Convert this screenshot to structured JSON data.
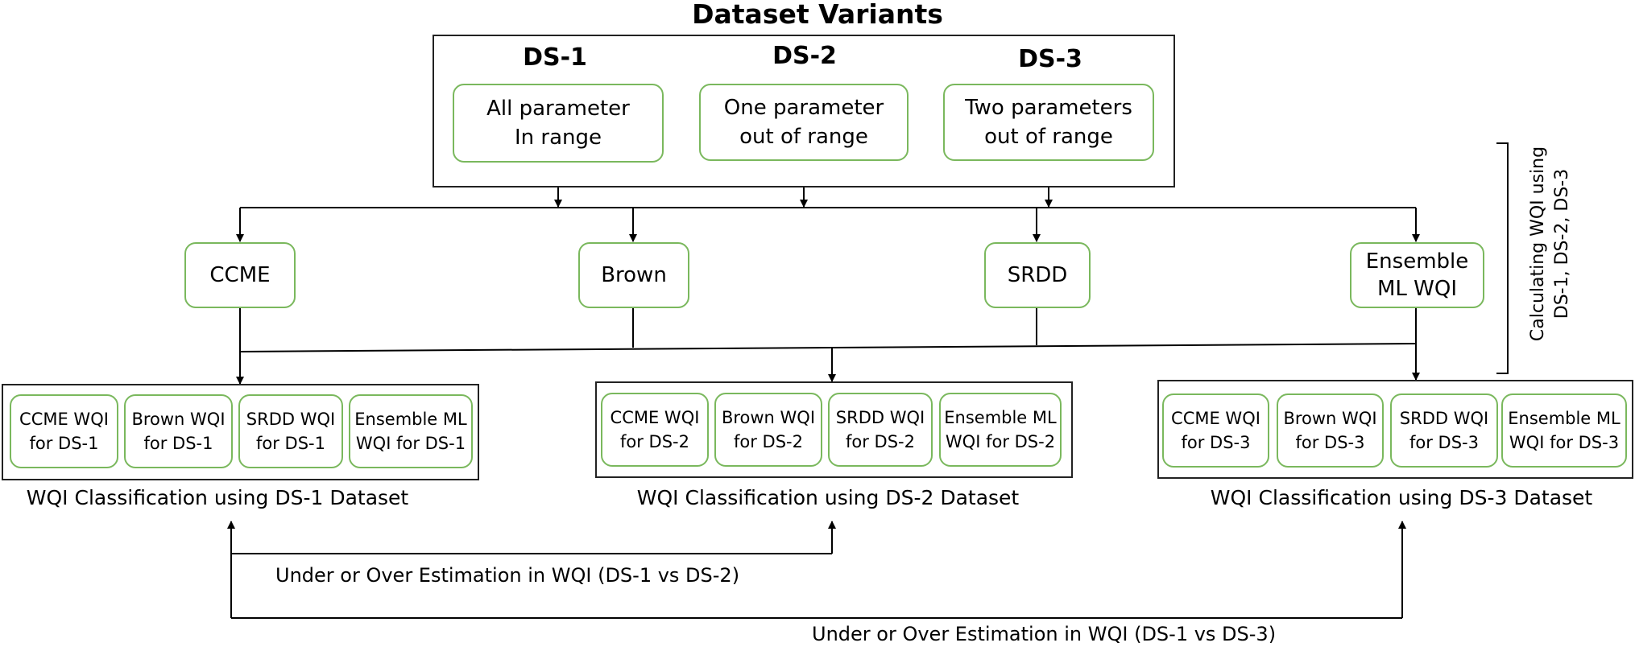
{
  "title": "Dataset Variants",
  "accent_color": "#7ab85d",
  "line_color": "#000000",
  "variants": [
    {
      "heading": "DS-1",
      "line1": "All parameter",
      "line2": "In range"
    },
    {
      "heading": "DS-2",
      "line1": "One parameter",
      "line2": "out of range"
    },
    {
      "heading": "DS-3",
      "line1": "Two parameters",
      "line2": "out of range"
    }
  ],
  "methods": [
    {
      "line1": "CCME",
      "line2": ""
    },
    {
      "line1": "Brown",
      "line2": ""
    },
    {
      "line1": "SRDD",
      "line2": ""
    },
    {
      "line1": "Ensemble",
      "line2": "ML WQI"
    }
  ],
  "side_label": {
    "line1": "Calculating WQI using",
    "line2": "DS-1, DS-2, DS-3"
  },
  "groups": [
    {
      "caption": "WQI Classification using DS-1 Dataset",
      "items": [
        {
          "line1": "CCME WQI",
          "line2": "for DS-1"
        },
        {
          "line1": "Brown WQI",
          "line2": "for DS-1"
        },
        {
          "line1": "SRDD WQI",
          "line2": "for DS-1"
        },
        {
          "line1": "Ensemble ML",
          "line2": "WQI for DS-1"
        }
      ]
    },
    {
      "caption": "WQI Classification using DS-2 Dataset",
      "items": [
        {
          "line1": "CCME WQI",
          "line2": "for DS-2"
        },
        {
          "line1": "Brown WQI",
          "line2": "for DS-2"
        },
        {
          "line1": "SRDD WQI",
          "line2": "for DS-2"
        },
        {
          "line1": "Ensemble ML",
          "line2": "WQI for DS-2"
        }
      ]
    },
    {
      "caption": "WQI Classification using DS-3 Dataset",
      "items": [
        {
          "line1": "CCME WQI",
          "line2": "for DS-3"
        },
        {
          "line1": "Brown WQI",
          "line2": "for DS-3"
        },
        {
          "line1": "SRDD WQI",
          "line2": "for DS-3"
        },
        {
          "line1": "Ensemble ML",
          "line2": "WQI for DS-3"
        }
      ]
    }
  ],
  "comparisons": [
    "Under or Over Estimation in WQI (DS-1 vs DS-2)",
    "Under or Over Estimation in WQI (DS-1 vs DS-3)"
  ]
}
